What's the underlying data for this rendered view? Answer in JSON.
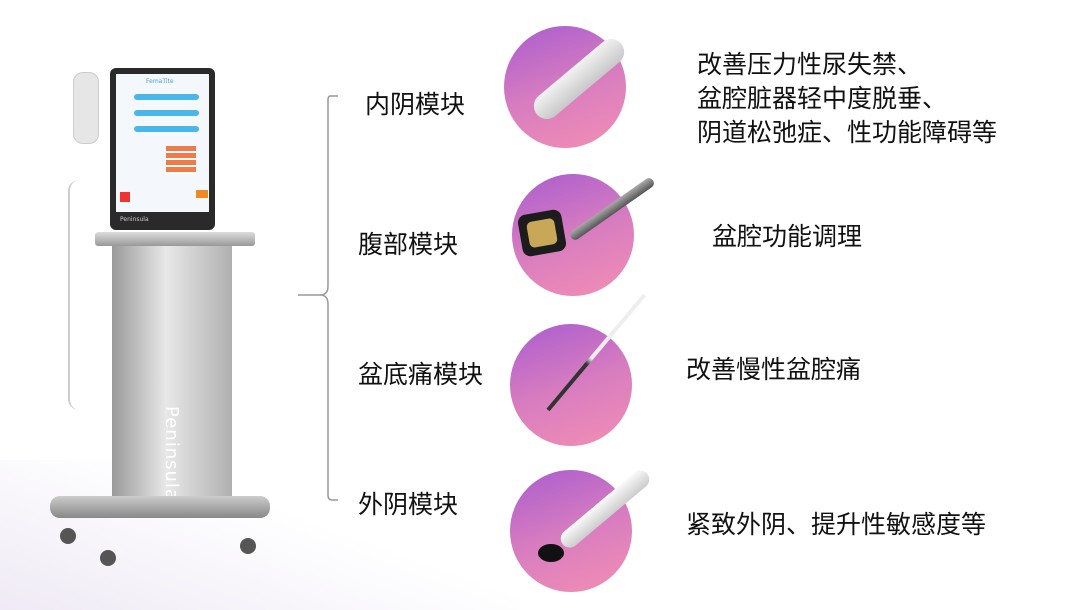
{
  "device": {
    "brand": "Peninsula",
    "screen_logo": "FemaTite"
  },
  "colors": {
    "circle_top": "#a95ccf",
    "circle_bottom": "#f38fb3",
    "bracket": "#999999"
  },
  "modules": [
    {
      "name": "内阴模块",
      "icon": "intravaginal-probe-icon",
      "description": [
        "改善压力性尿失禁、",
        "盆腔脏器轻中度脱垂、",
        "阴道松弛症、性功能障碍等"
      ]
    },
    {
      "name": "腹部模块",
      "icon": "abdominal-applicator-icon",
      "description": [
        "盆腔功能调理"
      ]
    },
    {
      "name": "盆底痛模块",
      "icon": "pelvic-pain-probe-icon",
      "description": [
        "改善慢性盆腔痛"
      ]
    },
    {
      "name": "外阴模块",
      "icon": "vulvar-applicator-icon",
      "description": [
        "紧致外阴、提升性敏感度等"
      ]
    }
  ]
}
